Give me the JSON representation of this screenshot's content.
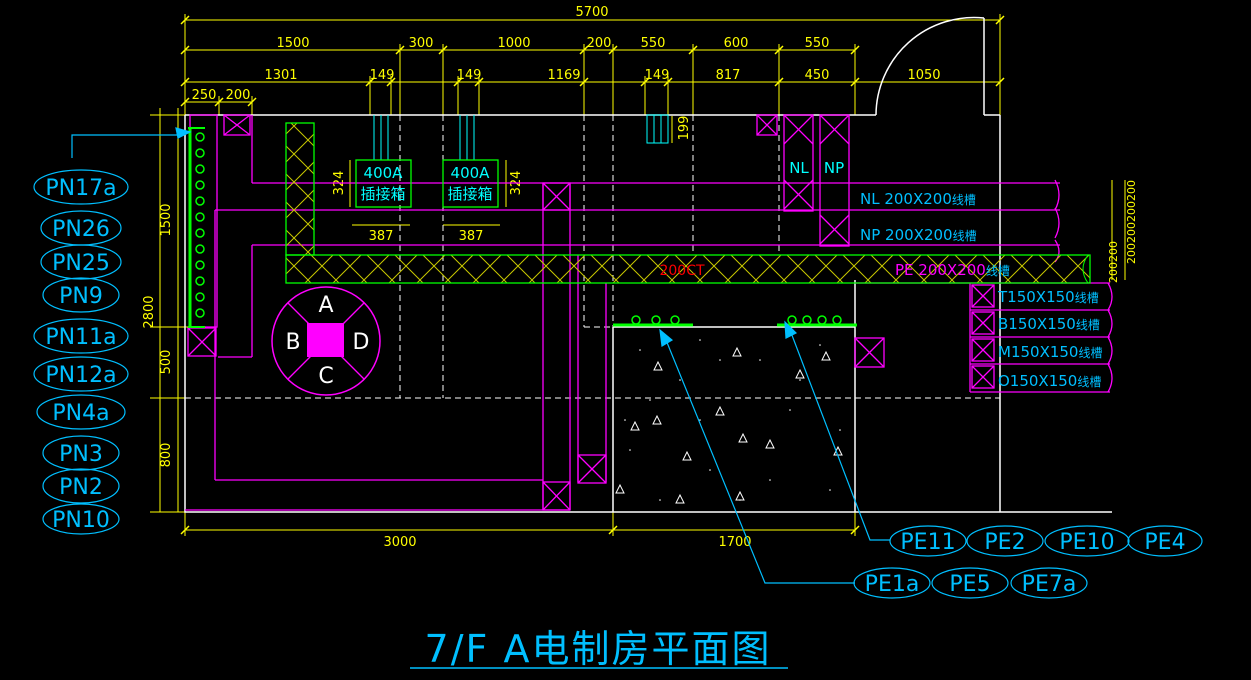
{
  "title": "7/F A电制房平面图",
  "dimensions_top": {
    "overall": "5700",
    "row2": [
      "1500",
      "300",
      "1000",
      "200",
      "550",
      "600",
      "550"
    ],
    "row3": [
      "1301",
      "149",
      "149",
      "1169",
      "149",
      "817",
      "450",
      "1050"
    ],
    "row4": [
      "250",
      "200"
    ]
  },
  "dimensions_left": [
    "1500",
    "2800",
    "500",
    "800"
  ],
  "dimensions_bottom": [
    "3000",
    "1700"
  ],
  "dimensions_small": [
    "324",
    "324",
    "387",
    "387",
    "199"
  ],
  "dimensions_right_vertical": "200200200200",
  "dimensions_right_vertical_2": "200200",
  "boxes": [
    {
      "rating": "400A",
      "name": "插接箱"
    },
    {
      "rating": "400A",
      "name": "插接箱"
    }
  ],
  "nl_label": "NL",
  "np_label": "NP",
  "trays": [
    {
      "name": "NL 200X200",
      "suffix": "线槽"
    },
    {
      "name": "NP 200X200",
      "suffix": "线槽"
    },
    {
      "name": "PE 200X200",
      "suffix": "线槽"
    },
    {
      "name": "T150X150",
      "suffix": "线槽"
    },
    {
      "name": "B150X150",
      "suffix": "线槽"
    },
    {
      "name": "M150X150",
      "suffix": "线槽"
    },
    {
      "name": "O150X150",
      "suffix": "线槽"
    }
  ],
  "red_label": "200CT",
  "compass": {
    "top": "A",
    "left": "B",
    "right": "D",
    "bottom": "C"
  },
  "pn_tags": [
    "PN17a",
    "PN26",
    "PN25",
    "PN9",
    "PN11a",
    "PN12a",
    "PN4a",
    "PN3",
    "PN2",
    "PN10"
  ],
  "pe_tags_row1": [
    "PE11",
    "PE2",
    "PE10",
    "PE4"
  ],
  "pe_tags_row2": [
    "PE1a",
    "PE5",
    "PE7a"
  ],
  "colors": {
    "background": "#000000",
    "dimension": "#ffff00",
    "wall": "#ffffff",
    "trunking": "#ff00ff",
    "label": "#00bfff",
    "ground_bar": "#00ff00",
    "hatch": "#cccc00"
  }
}
